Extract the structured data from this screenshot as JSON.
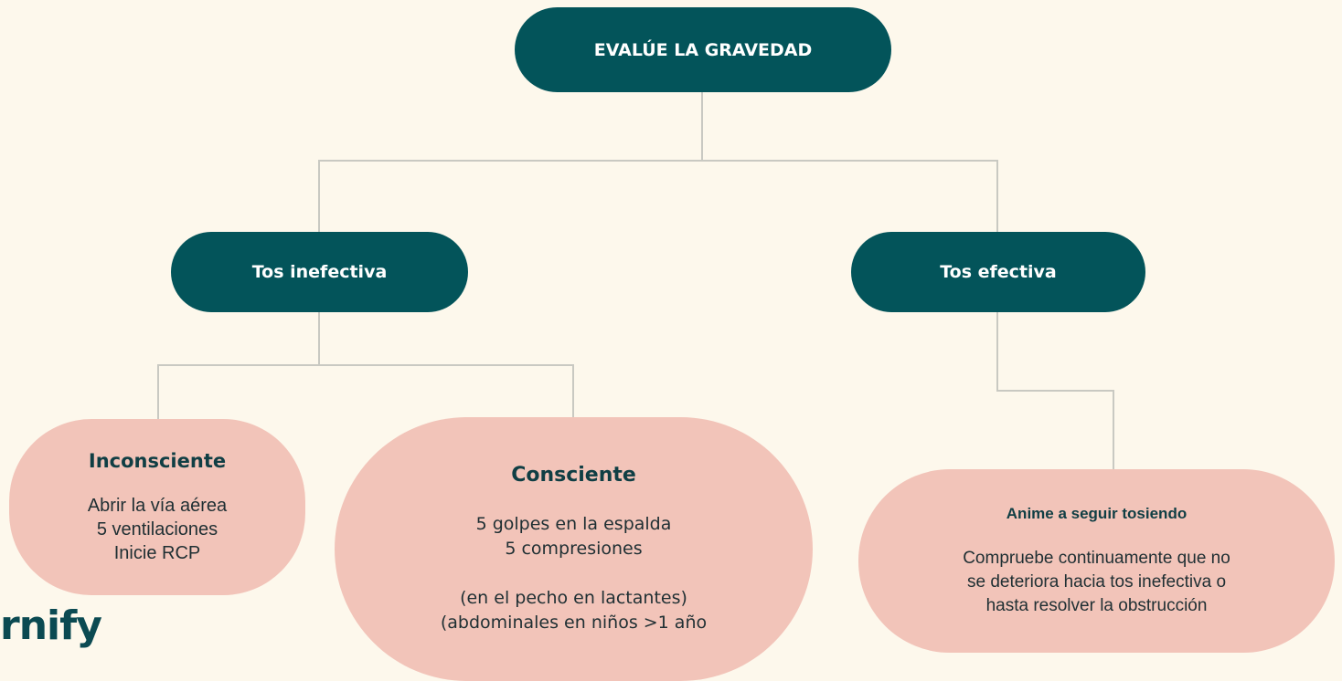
{
  "root": {
    "label": "EVALÚE LA GRAVEDAD"
  },
  "branches": {
    "ineffective": {
      "label": "Tos inefectiva"
    },
    "effective": {
      "label": "Tos efectiva"
    }
  },
  "leaves": {
    "unconscious": {
      "title": "Inconsciente",
      "lines": "Abrir la vía aérea\n5 ventilaciones\n  Inicie RCP"
    },
    "conscious": {
      "title": "Consciente",
      "lines": "5 golpes en la espalda\n5 compresiones\n\n(en el pecho en lactantes)\n(abdominales en niños >1 año"
    },
    "encourage": {
      "title": "Anime a seguir tosiendo",
      "lines": "Compruebe continuamente que no\nse deteriora hacia tos inefectiva o\nhasta resolver la obstrucción"
    }
  },
  "brand": {
    "logo_text": "rnify"
  },
  "colors": {
    "background": "#fdf8ec",
    "dark_node": "#03545a",
    "pink_node": "#f2c4b9",
    "connector": "#c9c9c2"
  }
}
